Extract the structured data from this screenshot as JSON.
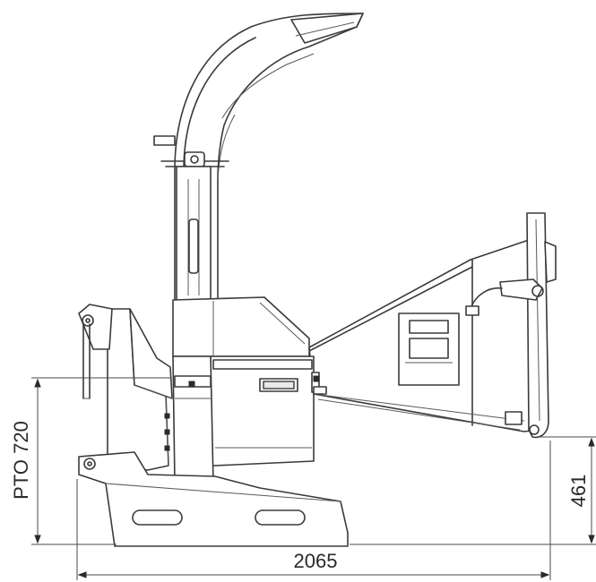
{
  "dimensions": {
    "overall_length": "2065",
    "pto_height": "PTO 720",
    "outlet_height": "461"
  }
}
